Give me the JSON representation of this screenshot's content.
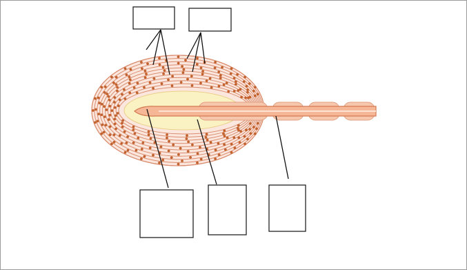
{
  "diagram": {
    "kind": "unlabeled-fill-in-diagram",
    "colors": {
      "background": "#ffffff",
      "frame": "#9a9a9a",
      "capsule_fill": "#fce7de",
      "capsule_lines": "#d98c6e",
      "nuclei": "#c2622e",
      "core": "#fbf2c4",
      "fiber": "#f5b795",
      "fiber_outline": "#d47a52",
      "leader_lines": "#111111"
    },
    "label_boxes": [
      {
        "id": "top-left",
        "text": ""
      },
      {
        "id": "top-right",
        "text": ""
      },
      {
        "id": "bottom-left",
        "text": ""
      },
      {
        "id": "bottom-middle",
        "text": ""
      },
      {
        "id": "bottom-right",
        "text": ""
      }
    ]
  }
}
